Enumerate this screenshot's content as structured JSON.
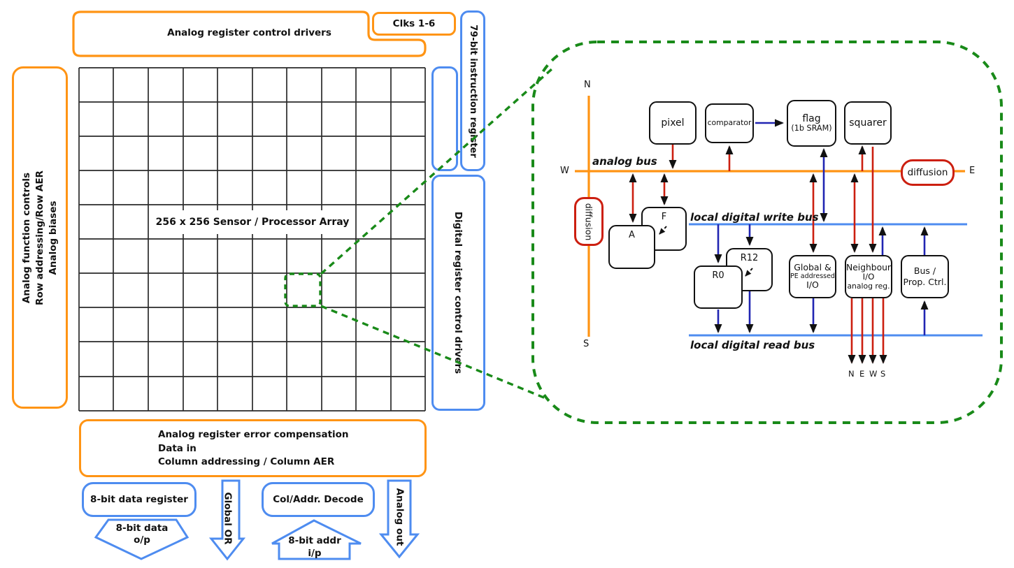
{
  "left": {
    "top_drivers": "Analog register control drivers",
    "clks": "Clks 1-6",
    "side_lines": [
      "Analog function controls",
      "Row addressing/Row AER",
      "Analog biases"
    ],
    "array_label": "256 x 256 Sensor / Processor Array",
    "instr_reg": "79-bit instruction register",
    "digital_drivers": "Digital register control drivers",
    "bottom_lines": [
      "Analog register error compensation",
      "Data in",
      "Column addressing / Column AER"
    ],
    "data_register": "8-bit data register",
    "col_addr": "Col/Addr. Decode",
    "global_or": "Global OR",
    "analog_out": "Analog out",
    "data_out": [
      "8-bit data",
      "o/p"
    ],
    "addr_in": [
      "8-bit addr",
      "i/p"
    ]
  },
  "pe": {
    "n": "N",
    "s": "S",
    "w": "W",
    "e": "E",
    "analog_bus": "analog bus",
    "write_bus": "local digital write bus",
    "read_bus": "local digital read bus",
    "pixel": "pixel",
    "comparator": "comparator",
    "flag1": "flag",
    "flag2": "(1b SRAM)",
    "squarer": "squarer",
    "a": "A",
    "f": "F",
    "r0": "R0",
    "r12": "R12",
    "global": [
      "Global &",
      "PE addressed",
      "I/O"
    ],
    "neighbour": [
      "Neighbour",
      "I/O",
      "analog reg."
    ],
    "busprop": [
      "Bus /",
      "Prop. Ctrl."
    ],
    "diffusion_left": "diffusion",
    "diffusion_right": "diffusion",
    "news": [
      "N",
      "E",
      "W",
      "S"
    ]
  },
  "colors": {
    "orange": "#ff9414",
    "blue": "#4e8cf0",
    "red": "#cc1f10",
    "navy": "#2125b2",
    "green": "#198a19",
    "black": "#111111"
  }
}
